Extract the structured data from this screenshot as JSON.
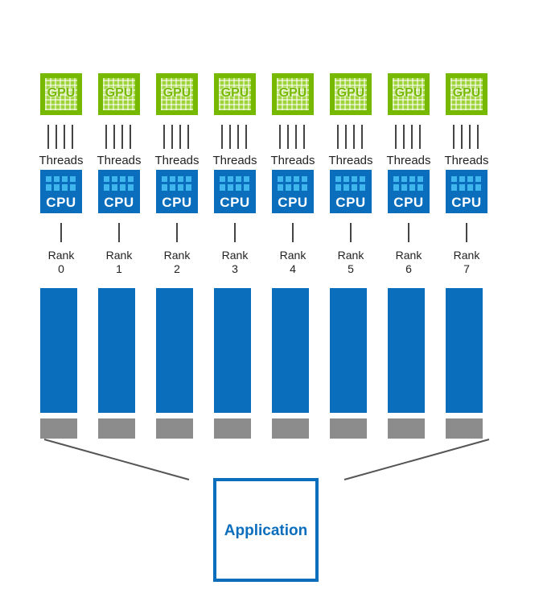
{
  "gpu_label": "GPU",
  "cpu_label": "CPU",
  "threads_label": "Threads",
  "rank_label": "Rank",
  "ranks": [
    "0",
    "1",
    "2",
    "3",
    "4",
    "5",
    "6",
    "7"
  ],
  "application_label": "Application",
  "colors": {
    "gpu_green": "#76b900",
    "cpu_blue": "#0a6ebd",
    "bar_blue": "#0a6ebd",
    "bar_base_gray": "#8c8c8c"
  }
}
